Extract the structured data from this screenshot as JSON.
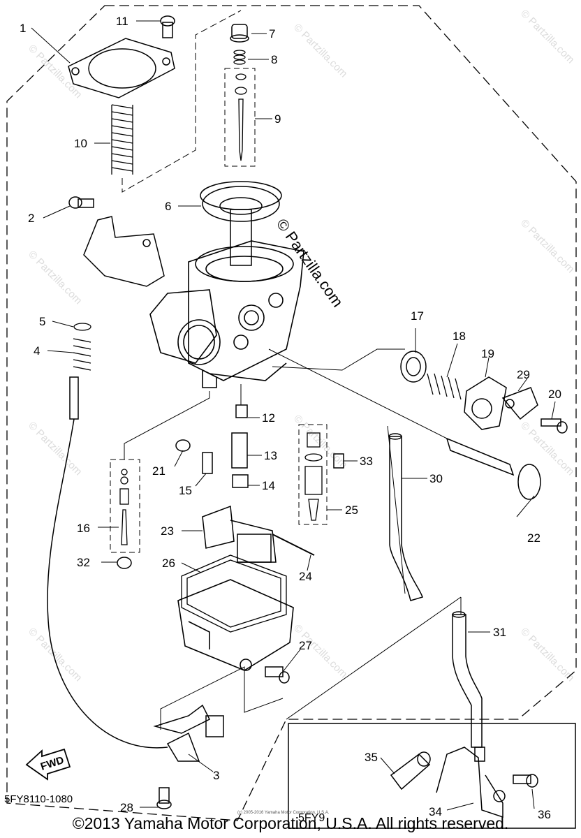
{
  "watermark": {
    "main": "© Partzilla.com",
    "repeat": "© Partzilla.com"
  },
  "inset_label": "5FY9",
  "fwd_label": "FWD",
  "diagram_code": "5FY8110-1080",
  "copyright": "©2013 Yamaha Motor Corporation, U.S.A. All rights reserved.",
  "copyright_small": "(c) 2005-2016 Yamaha Motor Corporation, U.S.A.",
  "parts": [
    {
      "id": "1",
      "label": "1"
    },
    {
      "id": "2",
      "label": "2"
    },
    {
      "id": "3",
      "label": "3"
    },
    {
      "id": "4",
      "label": "4"
    },
    {
      "id": "5",
      "label": "5"
    },
    {
      "id": "6",
      "label": "6"
    },
    {
      "id": "7",
      "label": "7"
    },
    {
      "id": "8",
      "label": "8"
    },
    {
      "id": "9",
      "label": "9"
    },
    {
      "id": "10",
      "label": "10"
    },
    {
      "id": "11",
      "label": "11"
    },
    {
      "id": "12",
      "label": "12"
    },
    {
      "id": "13",
      "label": "13"
    },
    {
      "id": "14",
      "label": "14"
    },
    {
      "id": "15",
      "label": "15"
    },
    {
      "id": "16",
      "label": "16"
    },
    {
      "id": "17",
      "label": "17"
    },
    {
      "id": "18",
      "label": "18"
    },
    {
      "id": "19",
      "label": "19"
    },
    {
      "id": "20",
      "label": "20"
    },
    {
      "id": "21",
      "label": "21"
    },
    {
      "id": "22",
      "label": "22"
    },
    {
      "id": "23",
      "label": "23"
    },
    {
      "id": "24",
      "label": "24"
    },
    {
      "id": "25",
      "label": "25"
    },
    {
      "id": "26",
      "label": "26"
    },
    {
      "id": "27",
      "label": "27"
    },
    {
      "id": "28",
      "label": "28"
    },
    {
      "id": "29",
      "label": "29"
    },
    {
      "id": "30",
      "label": "30"
    },
    {
      "id": "31",
      "label": "31"
    },
    {
      "id": "32",
      "label": "32"
    },
    {
      "id": "33",
      "label": "33"
    },
    {
      "id": "34",
      "label": "34"
    },
    {
      "id": "35",
      "label": "35"
    },
    {
      "id": "36",
      "label": "36"
    }
  ]
}
